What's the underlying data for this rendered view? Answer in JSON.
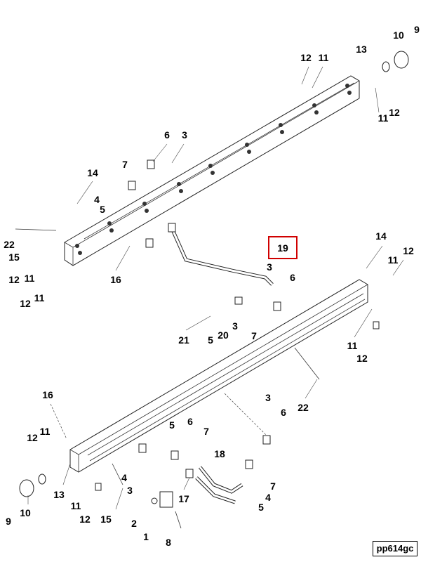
{
  "diagram": {
    "highlight_color": "#d00000",
    "highlighted_label": "19",
    "code": "pp614gc",
    "labels": [
      "10",
      "9",
      "13",
      "12",
      "11",
      "11",
      "12",
      "6",
      "3",
      "7",
      "14",
      "4",
      "5",
      "22",
      "15",
      "12",
      "11",
      "12",
      "11",
      "16",
      "3",
      "6",
      "14",
      "12",
      "11",
      "21",
      "5",
      "20",
      "3",
      "7",
      "11",
      "12",
      "22",
      "16",
      "3",
      "6",
      "5",
      "6",
      "7",
      "12",
      "11",
      "18",
      "7",
      "4",
      "5",
      "13",
      "11",
      "3",
      "4",
      "10",
      "9",
      "12",
      "15",
      "17",
      "2",
      "1",
      "8"
    ]
  }
}
